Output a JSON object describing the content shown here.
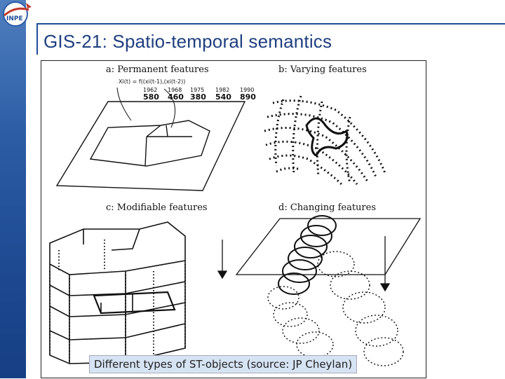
{
  "slide": {
    "title": "GIS-21: Spatio-temporal semantics",
    "logo_text": "INPE"
  },
  "figure": {
    "panels": {
      "a": "a: Permanent features",
      "b": "b: Varying features",
      "c": "c: Modifiable features",
      "d": "d: Changing features"
    },
    "formula": "Xi(t) = f((xi(t-1),(xi(t-2))",
    "years": [
      "1962",
      "1968",
      "1975",
      "1982",
      "1990"
    ],
    "values": [
      "580",
      "460",
      "380",
      "540",
      "890"
    ]
  },
  "caption": "Different types of ST-objects (source: JP Cheylan)",
  "colors": {
    "accent": "#1f4e99",
    "caption_bg": "#d6e3f3"
  }
}
